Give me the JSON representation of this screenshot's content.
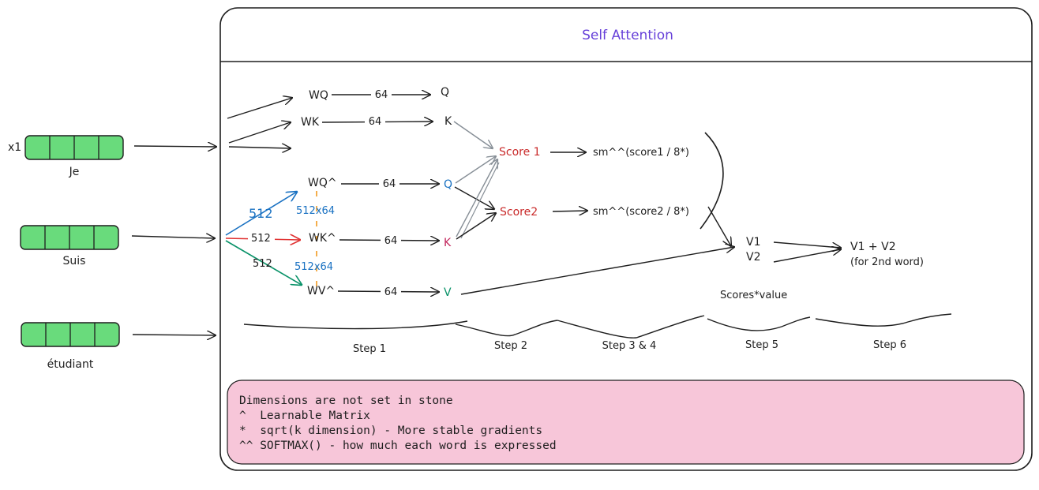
{
  "title": "Self Attention",
  "x_label": "x1",
  "words": [
    "Je",
    "Suis",
    "étudiant"
  ],
  "top_row": {
    "wq": "WQ",
    "wk": "WK",
    "dim": "64",
    "q": "Q",
    "k": "K"
  },
  "mid_row": {
    "wq": "WQ^",
    "wk": "WK^",
    "wv": "WV^",
    "dim": "64",
    "q": "Q",
    "k": "K",
    "v": "V",
    "in_dim": "512",
    "matrix_dim": "512x64"
  },
  "scores": {
    "score1": "Score 1",
    "score2": "Score2",
    "sm1": "sm^^(score1 / 8*)",
    "sm2": "sm^^(score2 / 8*)"
  },
  "values": {
    "v1": "V1",
    "v2": "V2",
    "sum": "V1 + V2",
    "sum_note": "(for 2nd word)",
    "scores_value": "Scores*value"
  },
  "steps": [
    "Step 1",
    "Step 2",
    "Step 3 & 4",
    "Step 5",
    "Step 6"
  ],
  "note": {
    "lines": [
      "Dimensions are not set in stone",
      "^  Learnable Matrix",
      "*  sqrt(k dimension) - More stable gradients",
      "^^ SOFTMAX() - how much each word is expressed"
    ]
  },
  "colors": {
    "title": "#6741d9",
    "token_fill": "#69db7c",
    "blue": "#1971c2",
    "red": "#e03131",
    "green": "#099268",
    "orange": "#f08c00",
    "note_fill": "#f7c6d9",
    "score_red": "#c92a2a",
    "k_magenta": "#c2255c"
  }
}
